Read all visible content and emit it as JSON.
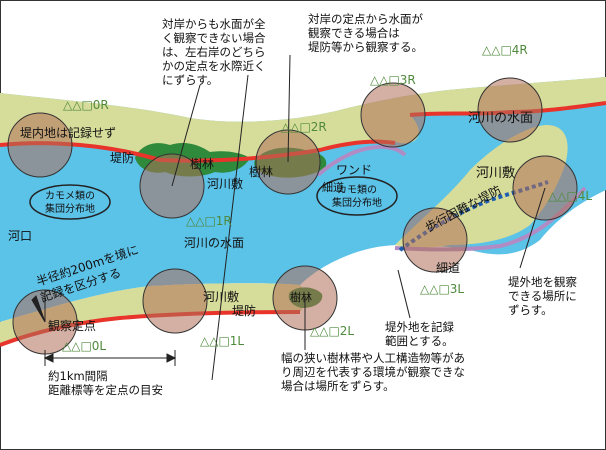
{
  "colors": {
    "water": "#5bc2e8",
    "floodplain": "#d6dc9a",
    "trees": "#2f8a3b",
    "levee_line": "#e8342b",
    "circle_fill": "#b0705a",
    "levee_path": "#1f5fb0",
    "survey_line": "#b18cc4"
  },
  "stations": {
    "s0R": "△△□0R",
    "s1R": "△△□1R",
    "s2R": "△△□2R",
    "s3R": "△△□3R",
    "s4R": "△△□4R",
    "s0L": "△△□0L",
    "s1L": "△△□1L",
    "s2L": "△△□2L",
    "s3L": "△△□3L",
    "s4L": "△△□4L"
  },
  "labels": {
    "inland_note": "堤内地は記録せず",
    "levee_r": "堤防",
    "trees_a": "樹林",
    "trees_b": "樹林",
    "floodplain_r": "河川敷",
    "gull_a_1": "カモメ類の",
    "gull_a_2": "集団分布地",
    "wando": "ワンド",
    "narrow_road_r": "細道",
    "duck_1": "カモ類の",
    "duck_2": "集団分布地",
    "water_upper": "河川の水面",
    "floodplain_upper": "河川敷",
    "estuary": "河口",
    "water_lower": "河川の水面",
    "floodplain_lower": "河川敷",
    "levee_l": "堤防",
    "trees_l": "樹林",
    "impassable_levee": "歩行困難な堤防",
    "narrow_road_l": "細道",
    "radius_note_1": "半径約200mを境に",
    "radius_note_2": "記録を区分する",
    "station_label": "観察定点"
  },
  "notes": {
    "top_mid": [
      "対岸からも水面が全",
      "く観察できない場合",
      "は、左右岸のどちら",
      "かの定点を水際近く",
      "にずらす。"
    ],
    "top_right": [
      "対岸の定点から水面が",
      "観察できる場合は",
      "堤防等から観察する。"
    ],
    "spacing": [
      "約1km間隔",
      "距離標等を定点の目安"
    ],
    "record_range": [
      "堤外地を記録",
      "範囲とする。"
    ],
    "observable": [
      "堤外地を観察",
      "できる場所に",
      "ずらす。"
    ],
    "bottom": [
      "幅の狭い樹林帯や人工構造物等があ",
      "り周辺を代表する環境が観察できな",
      "場合は場所をずらす。"
    ]
  }
}
